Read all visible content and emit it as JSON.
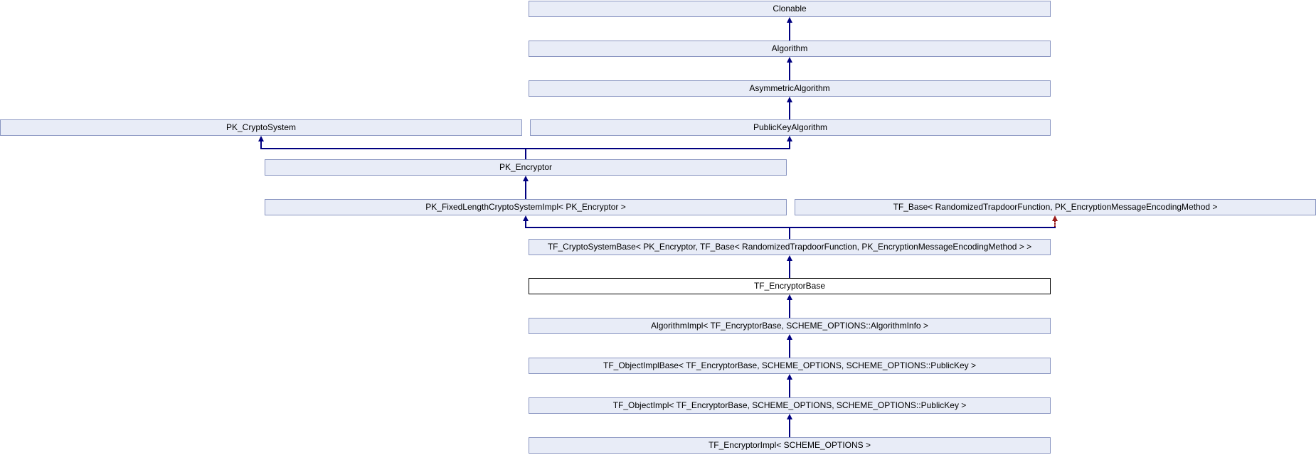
{
  "diagram": {
    "kind": "class-inheritance-graph",
    "highlighted_class": "TF_EncryptorBase",
    "colors": {
      "box_fill": "#e8ecf7",
      "box_border": "#8995c1",
      "highlight_box_fill": "#ffffff",
      "highlight_box_border": "#000000",
      "edge_solid": "#000080",
      "edge_dotted": "#8b0000",
      "edge_dotted_arrowhead": "#9b1c1c",
      "text": "#000000"
    },
    "classes": [
      {
        "id": "clonable",
        "label": "Clonable"
      },
      {
        "id": "algorithm",
        "label": "Algorithm"
      },
      {
        "id": "asymmetric-algorithm",
        "label": "AsymmetricAlgorithm"
      },
      {
        "id": "pk-cryptosystem",
        "label": "PK_CryptoSystem"
      },
      {
        "id": "publickey-algorithm",
        "label": "PublicKeyAlgorithm"
      },
      {
        "id": "pk-encryptor",
        "label": "PK_Encryptor"
      },
      {
        "id": "pk-fixedlength-cryptosystemimpl",
        "label": "PK_FixedLengthCryptoSystemImpl< PK_Encryptor >"
      },
      {
        "id": "tf-base",
        "label": "TF_Base< RandomizedTrapdoorFunction, PK_EncryptionMessageEncodingMethod >"
      },
      {
        "id": "tf-cryptosystembase",
        "label": "TF_CryptoSystemBase< PK_Encryptor, TF_Base< RandomizedTrapdoorFunction, PK_EncryptionMessageEncodingMethod > >"
      },
      {
        "id": "tf-encryptorbase",
        "label": "TF_EncryptorBase"
      },
      {
        "id": "algorithmimpl",
        "label": "AlgorithmImpl< TF_EncryptorBase, SCHEME_OPTIONS::AlgorithmInfo >"
      },
      {
        "id": "tf-objectimplbase",
        "label": "TF_ObjectImplBase< TF_EncryptorBase, SCHEME_OPTIONS, SCHEME_OPTIONS::PublicKey >"
      },
      {
        "id": "tf-objectimpl",
        "label": "TF_ObjectImpl< TF_EncryptorBase, SCHEME_OPTIONS, SCHEME_OPTIONS::PublicKey >"
      },
      {
        "id": "tf-encryptorimpl",
        "label": "TF_EncryptorImpl< SCHEME_OPTIONS >"
      }
    ],
    "edges": [
      {
        "child": "Algorithm",
        "parent": "Clonable",
        "style": "solid-navy"
      },
      {
        "child": "AsymmetricAlgorithm",
        "parent": "Algorithm",
        "style": "solid-navy"
      },
      {
        "child": "PublicKeyAlgorithm",
        "parent": "AsymmetricAlgorithm",
        "style": "solid-navy"
      },
      {
        "child": "PK_Encryptor",
        "parent": "PK_CryptoSystem",
        "style": "solid-navy"
      },
      {
        "child": "PK_Encryptor",
        "parent": "PublicKeyAlgorithm",
        "style": "solid-navy"
      },
      {
        "child": "PK_FixedLengthCryptoSystemImpl< PK_Encryptor >",
        "parent": "PK_Encryptor",
        "style": "solid-navy"
      },
      {
        "child": "TF_CryptoSystemBase< PK_Encryptor, TF_Base< RandomizedTrapdoorFunction, PK_EncryptionMessageEncodingMethod > >",
        "parent": "PK_FixedLengthCryptoSystemImpl< PK_Encryptor >",
        "style": "solid-navy"
      },
      {
        "child": "TF_CryptoSystemBase< PK_Encryptor, TF_Base< RandomizedTrapdoorFunction, PK_EncryptionMessageEncodingMethod > >",
        "parent": "TF_Base< RandomizedTrapdoorFunction, PK_EncryptionMessageEncodingMethod >",
        "style": "dotted-darkred"
      },
      {
        "child": "TF_EncryptorBase",
        "parent": "TF_CryptoSystemBase< PK_Encryptor, TF_Base< RandomizedTrapdoorFunction, PK_EncryptionMessageEncodingMethod > >",
        "style": "solid-navy"
      },
      {
        "child": "AlgorithmImpl< TF_EncryptorBase, SCHEME_OPTIONS::AlgorithmInfo >",
        "parent": "TF_EncryptorBase",
        "style": "solid-navy"
      },
      {
        "child": "TF_ObjectImplBase< TF_EncryptorBase, SCHEME_OPTIONS, SCHEME_OPTIONS::PublicKey >",
        "parent": "AlgorithmImpl< TF_EncryptorBase, SCHEME_OPTIONS::AlgorithmInfo >",
        "style": "solid-navy"
      },
      {
        "child": "TF_ObjectImpl< TF_EncryptorBase, SCHEME_OPTIONS, SCHEME_OPTIONS::PublicKey >",
        "parent": "TF_ObjectImplBase< TF_EncryptorBase, SCHEME_OPTIONS, SCHEME_OPTIONS::PublicKey >",
        "style": "solid-navy"
      },
      {
        "child": "TF_EncryptorImpl< SCHEME_OPTIONS >",
        "parent": "TF_ObjectImpl< TF_EncryptorBase, SCHEME_OPTIONS, SCHEME_OPTIONS::PublicKey >",
        "style": "solid-navy"
      }
    ]
  }
}
